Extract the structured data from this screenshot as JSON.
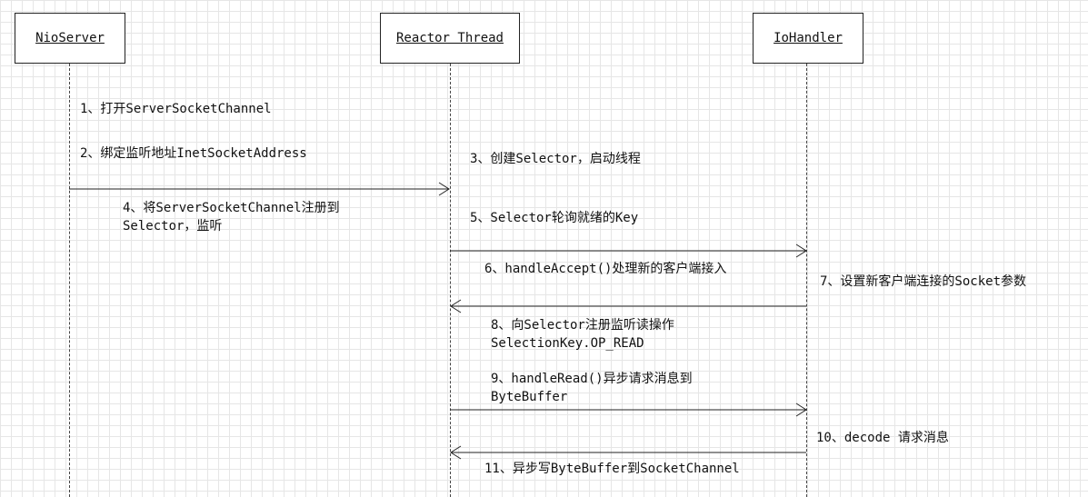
{
  "participants": {
    "nio_server": "NioServer",
    "reactor_thread": "Reactor Thread",
    "io_handler": "IoHandler"
  },
  "messages": {
    "m1": "1、打开ServerSocketChannel",
    "m2": "2、绑定监听地址InetSocketAddress",
    "m3": "3、创建Selector，启动线程",
    "m4_line1": "4、将ServerSocketChannel注册到",
    "m4_line2": "Selector，监听",
    "m5": "5、Selector轮询就绪的Key",
    "m6": "6、handleAccept()处理新的客户端接入",
    "m7": "7、设置新客户端连接的Socket参数",
    "m8_line1": "8、向Selector注册监听读操作",
    "m8_line2": "SelectionKey.OP_READ",
    "m9_line1": "9、handleRead()异步请求消息到",
    "m9_line2": "ByteBuffer",
    "m10": "10、decode 请求消息",
    "m11": "11、异步写ByteBuffer到SocketChannel"
  }
}
